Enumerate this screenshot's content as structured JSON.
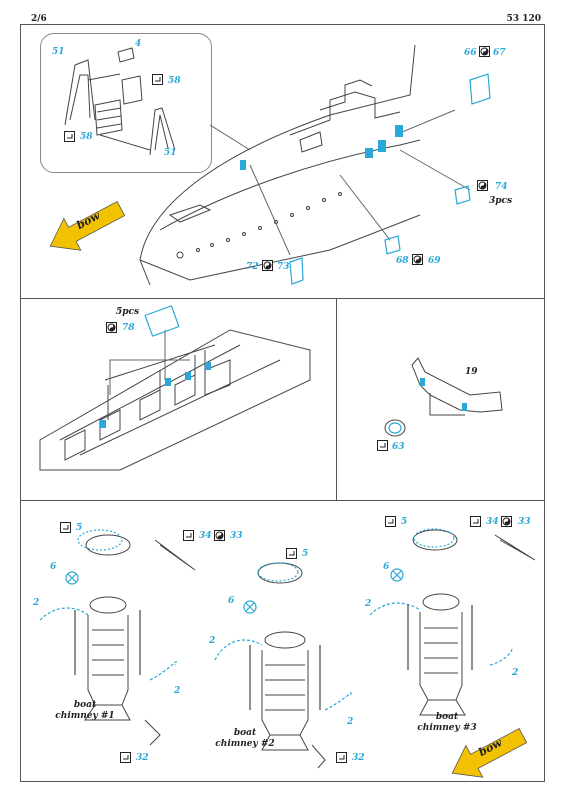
{
  "header": {
    "page": "2/6",
    "code": "53 120"
  },
  "callouts": {
    "p51a": "51",
    "p4": "4",
    "p58a": "58",
    "p58b": "58",
    "p51b": "51",
    "p66": "66",
    "p67": "67",
    "p74": "74",
    "p72": "72",
    "p73": "73",
    "p68": "68",
    "p69": "69",
    "p78": "78",
    "p19": "19",
    "p63": "63",
    "c1_5": "5",
    "c1_34": "34",
    "c1_33": "33",
    "c1_6": "6",
    "c1_2a": "2",
    "c1_2b": "2",
    "c1_32": "32",
    "c2_5": "5",
    "c2_6": "6",
    "c2_2a": "2",
    "c2_2b": "2",
    "c2_32": "32",
    "c3_5": "5",
    "c3_34": "34",
    "c3_33": "33",
    "c3_6": "6",
    "c3_2a": "2",
    "c3_2b": "2"
  },
  "notes": {
    "pcs3": "3pcs",
    "pcs5": "5pcs"
  },
  "labels": {
    "bow_top": "bow",
    "bow_bottom": "bow",
    "chimney1_line1": "boat",
    "chimney1_line2": "chimney #1",
    "chimney2_line1": "boat",
    "chimney2_line2": "chimney #2",
    "chimney3_line1": "boat",
    "chimney3_line2": "chimney #3"
  },
  "icons": {
    "fold": "fold-icon",
    "yinyang": "yin-yang-icon"
  },
  "colors": {
    "part": "#2aa8d8",
    "arrow": "#f2c200",
    "line": "#555555"
  }
}
